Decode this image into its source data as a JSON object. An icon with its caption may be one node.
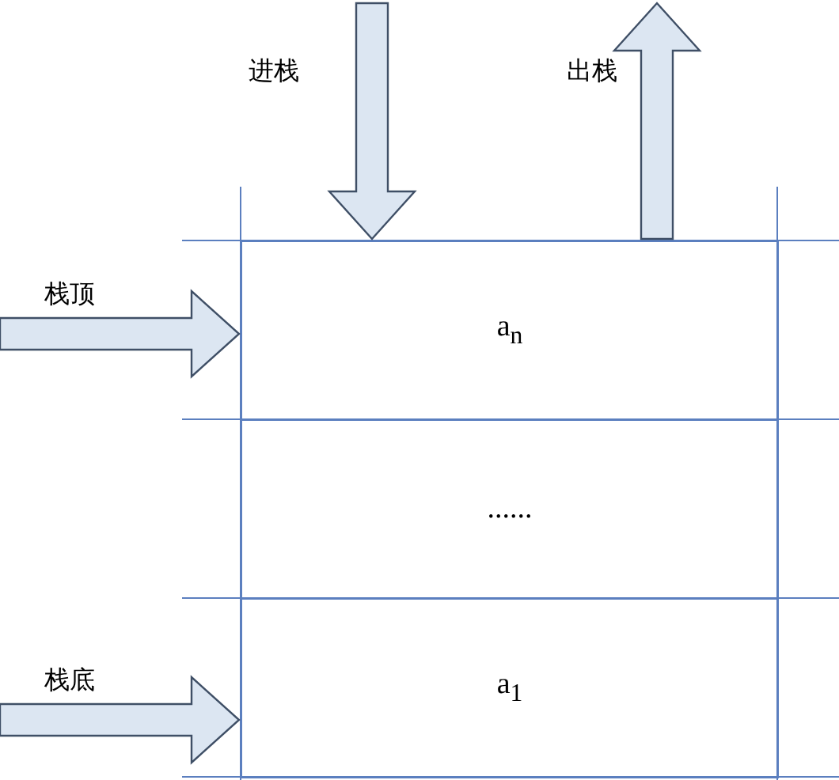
{
  "diagram": {
    "nodes": [
      {
        "text": [
          "a$_{n}$"
        ]
      },
      {
        "text": [
          "......"
        ]
      },
      {
        "text": [
          "a$_{1}$"
        ]
      },
      {
        "text": [
          "栈顶"
        ]
      },
      {
        "text": [
          "栈底"
        ]
      }
    ],
    "edges": [
      {
        "from": null,
        "to": 0,
        "arrow": "to",
        "label": "进栈"
      },
      {
        "from": 0,
        "to": null,
        "arrow": "to",
        "label": "出栈"
      },
      {
        "from": 3,
        "to": 0,
        "arrow": "to"
      },
      {
        "from": 4,
        "to": 2,
        "arrow": "to"
      }
    ]
  }
}
